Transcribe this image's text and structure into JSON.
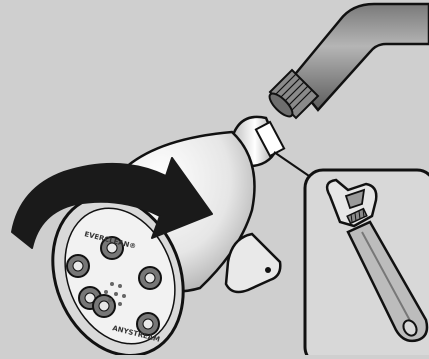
{
  "diagram": {
    "background_color": "#cfcfcf",
    "outline_color": "#111111",
    "components": [
      {
        "name": "shower-arm-pipe",
        "icon": "pipe-icon"
      },
      {
        "name": "shower-head",
        "icon": "shower-head-icon"
      },
      {
        "name": "rotation-arrow",
        "icon": "curved-arrow-icon",
        "direction": "clockwise"
      },
      {
        "name": "wrench-inset",
        "icon": "adjustable-wrench-icon"
      }
    ],
    "face_text": {
      "top": "EVERCLEAN®",
      "bottom": "ANYSTREAM"
    }
  }
}
